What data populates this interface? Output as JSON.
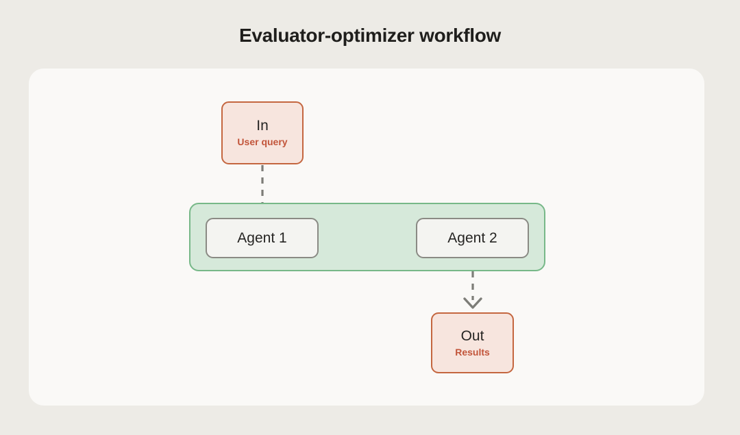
{
  "page": {
    "title": "Evaluator-optimizer workflow",
    "background_color": "#edebe6",
    "card_color": "#faf9f7"
  },
  "diagram": {
    "type": "flow-diagram",
    "nodes": [
      {
        "id": "in",
        "title": "In",
        "subtitle": "User query",
        "shape": "rounded-rect",
        "fill": "#f7e5de",
        "border": "#c4663f"
      },
      {
        "id": "agent-1",
        "label": "Agent 1",
        "shape": "rounded-rect",
        "fill": "#f4f4f1",
        "border": "#8a8a84"
      },
      {
        "id": "agent-2",
        "label": "Agent 2",
        "shape": "rounded-rect",
        "fill": "#f4f4f1",
        "border": "#8a8a84"
      },
      {
        "id": "out",
        "title": "Out",
        "subtitle": "Results",
        "shape": "rounded-rect",
        "fill": "#f7e5de",
        "border": "#c4663f"
      }
    ],
    "group": {
      "id": "agent-loop-group",
      "fill": "#d6e9da",
      "border": "#77b888",
      "members": [
        "agent-1",
        "agent-2"
      ]
    },
    "edges": [
      {
        "id": "in-to-agent-1",
        "from": "in",
        "to": "agent-1",
        "style": "dashed",
        "direction": "down",
        "color": "#7d7d78"
      },
      {
        "id": "agent-1-to-agent-2",
        "from": "agent-1",
        "to": "agent-2",
        "style": "dashed",
        "direction": "right",
        "color": "#7f8a80"
      },
      {
        "id": "agent-2-to-agent-1",
        "from": "agent-2",
        "to": "agent-1",
        "style": "dashed",
        "direction": "left",
        "color": "#7f8a80"
      },
      {
        "id": "agent-2-to-out",
        "from": "agent-2",
        "to": "out",
        "style": "dashed",
        "direction": "down",
        "color": "#7d7d78"
      }
    ]
  }
}
